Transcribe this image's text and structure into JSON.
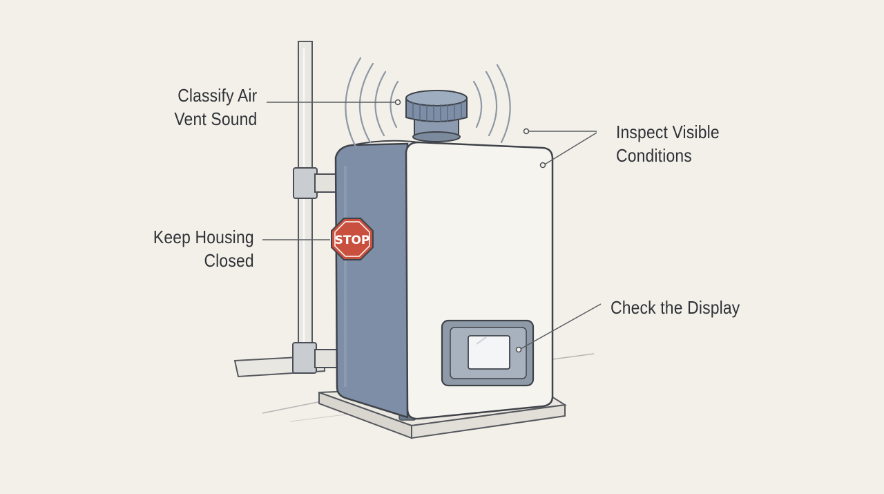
{
  "labels": {
    "air_vent": {
      "line1": "Classify Air",
      "line2": "Vent Sound"
    },
    "housing": {
      "line1": "Keep Housing",
      "line2": "Closed"
    },
    "inspect": {
      "line1": "Inspect Visible",
      "line2": "Conditions"
    },
    "display": {
      "line1": "Check the Display"
    }
  },
  "stop_sign": {
    "text": "STOP",
    "color": "#c9503f"
  },
  "colors": {
    "background": "#f3f0e9",
    "housing_side": "#7d8ea6",
    "housing_front": "#f6f4ef",
    "pipe": "#e7e5e0",
    "brass_fitting": "#c98f3e",
    "outline": "#4a4e55"
  },
  "icons": [
    "air-vent-cap-icon",
    "sound-waves-icon",
    "stop-sign-icon",
    "display-panel-icon"
  ]
}
